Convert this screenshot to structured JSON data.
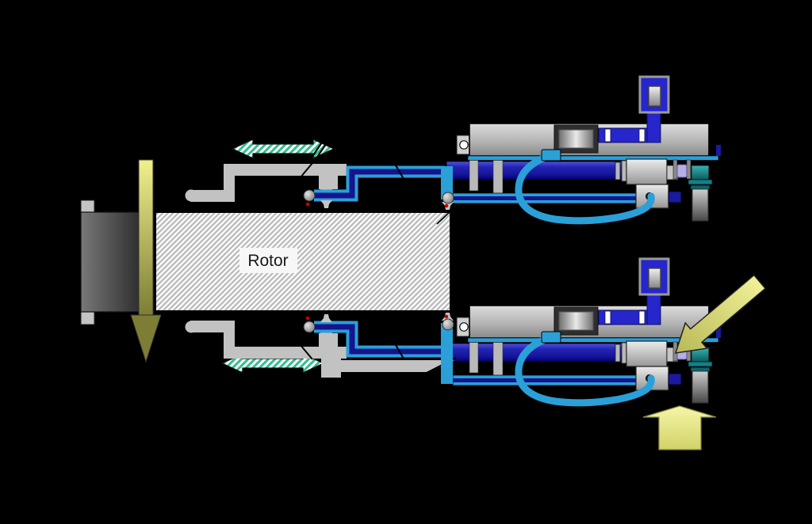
{
  "rotor": {
    "label": "Rotor"
  },
  "colors": {
    "background": "#000000",
    "rotor_face": "#fbfbfb",
    "rotor_hatch": "#b9b9b9",
    "metal_gray": "#c2c2c2",
    "pipe_navy": "#1a1a9e",
    "pipe_cyan": "#2b9fd8",
    "valve_blue": "#2626cc",
    "teal_fitting": "#11808c",
    "lavender_fitting": "#b6aee6",
    "arrow_yellow_light": "#f0f08c",
    "arrow_olive": "#7d7d35",
    "teal_arrow_stripe": "#2fbf8f",
    "red_marker": "#cc0000"
  },
  "icons": {
    "radial_force_arrow": "down-arrow",
    "axial_play_arrow_top": "double-headed-arrow",
    "axial_play_arrow_bottom": "double-headed-arrow",
    "applied_force_arrow": "diagonal-down-left-arrow",
    "reaction_force_arrow": "up-arrow"
  }
}
